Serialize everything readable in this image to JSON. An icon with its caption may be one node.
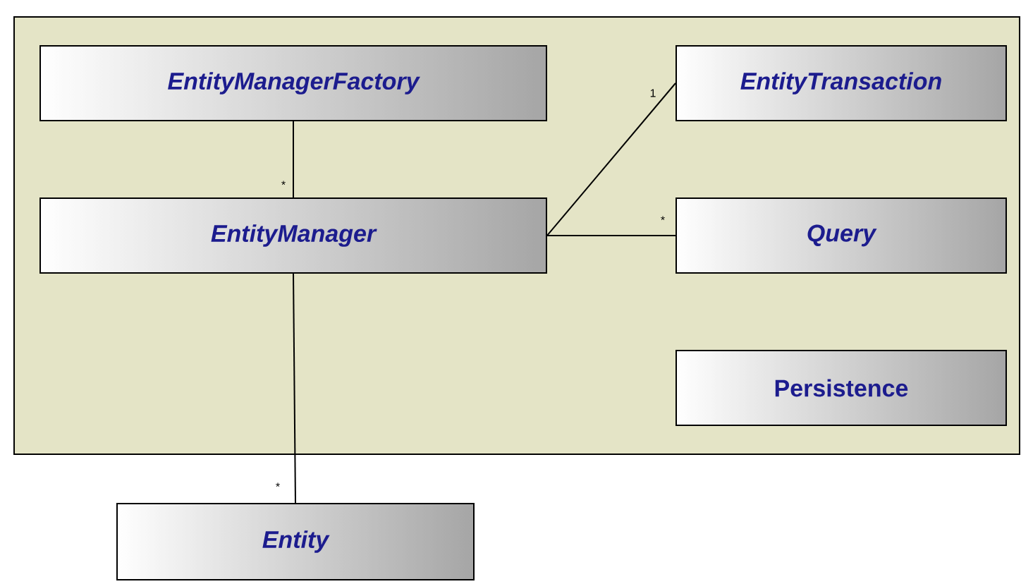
{
  "diagram": {
    "nodes": [
      {
        "text": [],
        "shape": "box"
      },
      {
        "text": [
          "EntityManagerFactory"
        ],
        "in": 0
      },
      {
        "text": [
          "EntityManager"
        ],
        "in": 0
      },
      {
        "text": [
          "EntityTransaction"
        ],
        "in": 0
      },
      {
        "text": [
          "Query"
        ],
        "in": 0
      },
      {
        "text": [
          "Persistence"
        ],
        "in": 0
      },
      {
        "text": [
          "Entity"
        ]
      }
    ],
    "edges": [
      {
        "from": 1,
        "to": 2,
        "arrow": "none",
        "label": "*"
      },
      {
        "from": 2,
        "to": 3,
        "arrow": "none",
        "label": "1"
      },
      {
        "from": 2,
        "to": 4,
        "arrow": "none",
        "label": "*"
      },
      {
        "from": 2,
        "to": 6,
        "arrow": "none",
        "label": "*"
      }
    ]
  }
}
